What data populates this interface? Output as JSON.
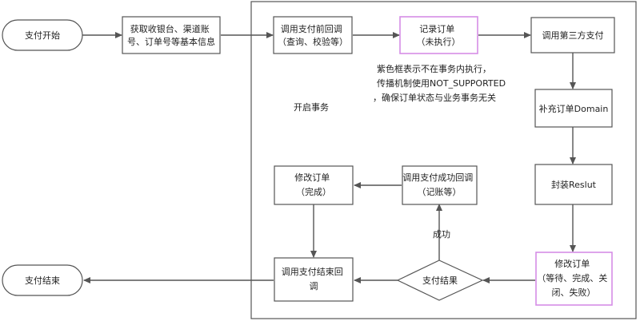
{
  "colors": {
    "stroke": "#555555",
    "highlight": "#d58ee6",
    "text": "#222222",
    "background": "#ffffff"
  },
  "nodes": {
    "start": {
      "lines": [
        "支付开始"
      ]
    },
    "get_info": {
      "lines": [
        "获取收银台、渠道账",
        "号、订单号等基本信息"
      ]
    },
    "pre_callback": {
      "lines": [
        "调用支付前回调",
        "（查询、校验等）"
      ]
    },
    "record_order": {
      "lines": [
        "记录订单",
        "（未执行）"
      ]
    },
    "third_party": {
      "lines": [
        "调用第三方支付"
      ]
    },
    "supplement": {
      "lines": [
        "补充订单Domain"
      ]
    },
    "wrap_result": {
      "lines": [
        "封装Reslut"
      ]
    },
    "modify_order_status": {
      "lines": [
        "修改订单",
        "（等待、完成、关",
        "闭、失败）"
      ]
    },
    "pay_result": {
      "lines": [
        "支付结果"
      ]
    },
    "success_callback": {
      "lines": [
        "调用支付成功回调",
        "（记账等）"
      ]
    },
    "modify_order_done": {
      "lines": [
        "修改订单",
        "（完成）"
      ]
    },
    "end_callback": {
      "lines": [
        "调用支付结束回",
        "调"
      ]
    },
    "end": {
      "lines": [
        "支付结束"
      ]
    }
  },
  "labels": {
    "success": "成功",
    "transaction": "开启事务",
    "note": [
      "紫色框表示不在事务内执行，",
      "传播机制使用NOT_SUPPORTED",
      "，确保订单状态与业务事务无关"
    ]
  }
}
